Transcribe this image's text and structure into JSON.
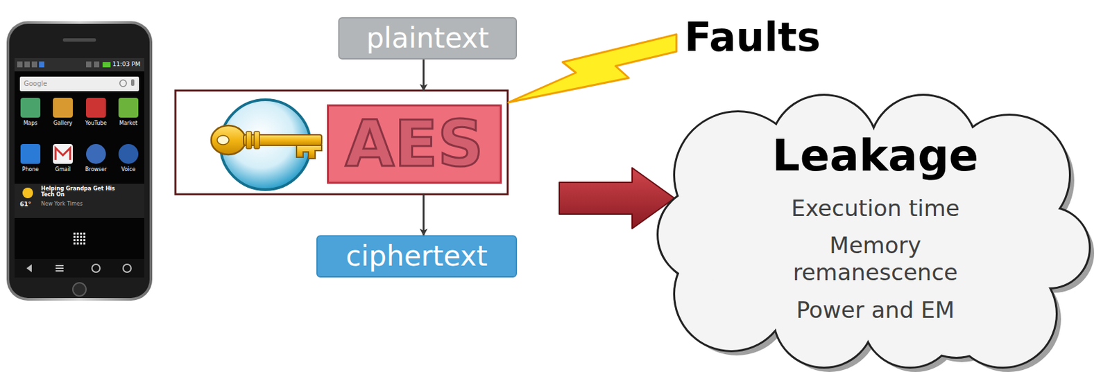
{
  "diagram": {
    "nodes": [
      {
        "text": [
          "plaintext"
        ]
      },
      {
        "text": [
          "AES"
        ]
      },
      {
        "text": [
          "ciphertext"
        ]
      },
      {
        "text": [
          "Leakage",
          "Execution time",
          "Memory remanescence",
          "Power and EM"
        ]
      }
    ],
    "edges": [
      {
        "from": 0,
        "to": 1,
        "arrow": "to"
      },
      {
        "from": 1,
        "to": 2,
        "arrow": "to"
      },
      {
        "from": 1,
        "to": 3,
        "arrow": "to"
      }
    ],
    "labels": [
      "Faults",
      "11:03 PM",
      "Google",
      "Maps",
      "Gallery",
      "YouTube",
      "Market",
      "Phone",
      "Gmail",
      "Browser",
      "Voice",
      "Helping Grandpa Get His Tech On",
      "New York Times",
      "61°"
    ]
  }
}
